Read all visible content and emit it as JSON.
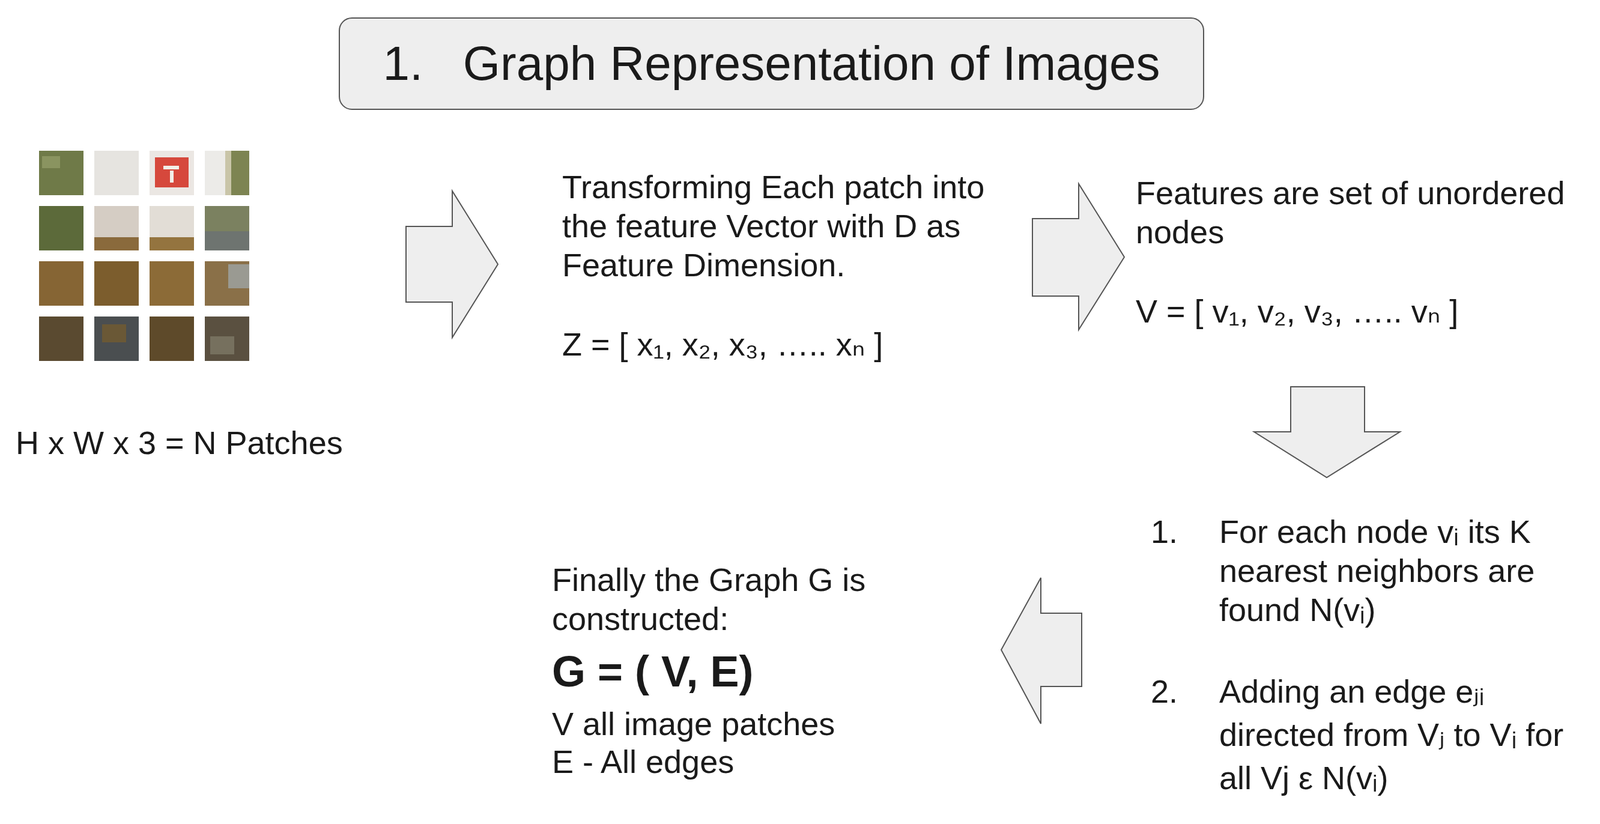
{
  "diagram": {
    "title": "1.   Graph Representation of Images",
    "labels": [
      "H x W x 3 = N Patches",
      "Transforming Each patch into the feature Vector with D as Feature Dimension.",
      "Z = [ x₁, x₂, x₃, ….. xₙ ]",
      "Features are set of unordered nodes",
      "V = [ v₁, v₂, v₃, ….. vₙ ]",
      "1.",
      "For each node vᵢ its K nearest neighbors are found N(vᵢ)",
      "2.",
      "Adding an edge eⱼᵢ directed from Vⱼ to Vᵢ for all Vj ε N(vᵢ)",
      "Finally the Graph G is constructed:",
      "G = ( V, E)",
      "V all image patches",
      "E - All edges"
    ]
  }
}
